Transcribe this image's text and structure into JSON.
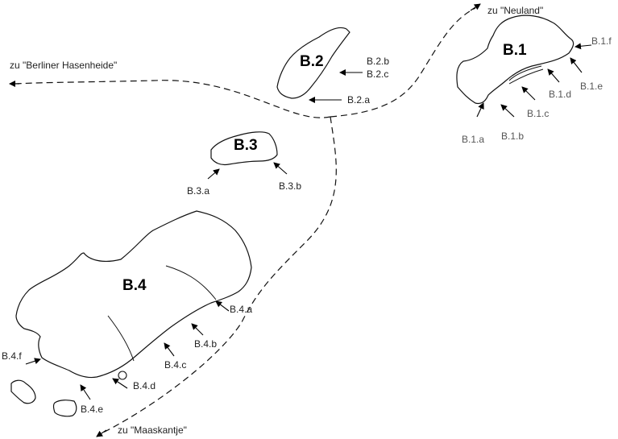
{
  "areas": {
    "b1": "B.1",
    "b2": "B.2",
    "b3": "B.3",
    "b4": "B.4"
  },
  "destinations": {
    "neuland": "zu \"Neuland\"",
    "hasenheide": "zu \"Berliner Hasenheide\"",
    "maaskantje": "zu \"Maaskantje\""
  },
  "points": {
    "b1a": "B.1.a",
    "b1b": "B.1.b",
    "b1c": "B.1.c",
    "b1d": "B.1.d",
    "b1e": "B.1.e",
    "b1f": "B.1.f",
    "b2a": "B.2.a",
    "b2b": "B.2.b",
    "b2c": "B.2.c",
    "b3a": "B.3.a",
    "b3b": "B.3.b",
    "b4a": "B.4.a",
    "b4b": "B.4.b",
    "b4c": "B.4.c",
    "b4d": "B.4.d",
    "b4e": "B.4.e",
    "b4f": "B.4.f"
  }
}
